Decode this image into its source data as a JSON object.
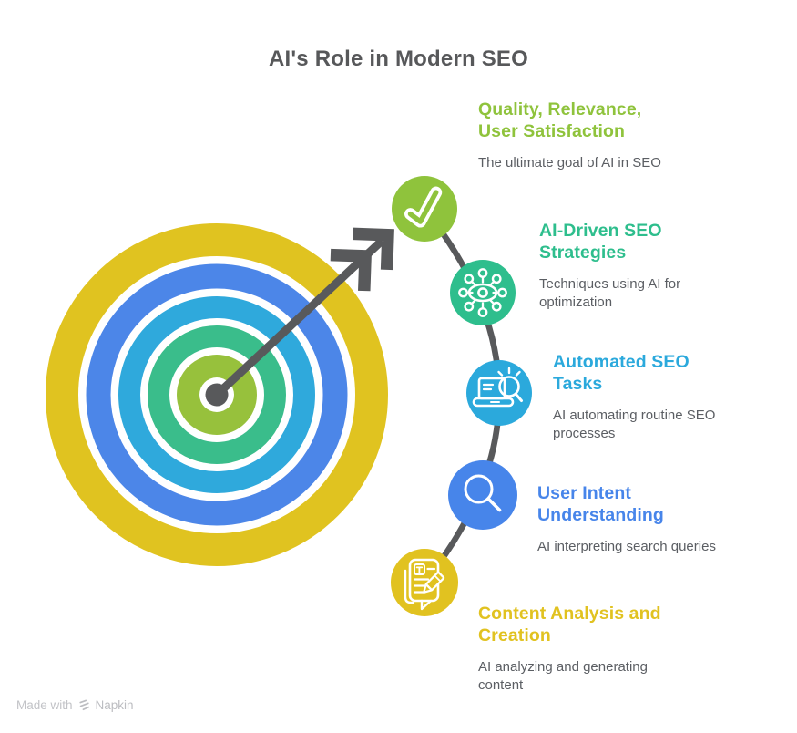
{
  "title": "AI's Role in Modern SEO",
  "connector_color": "#58595B",
  "target": {
    "arrow_color": "#58595B",
    "rings": {
      "yellow": "#E0C320",
      "blue": "#4C86E8",
      "cyan": "#2FA9DC",
      "green": "#3ABD8B",
      "lime": "#97C13C"
    }
  },
  "steps": [
    {
      "icon": "check-icon",
      "color": "#8FC33C",
      "heading": "Quality, Relevance,\nUser Satisfaction",
      "description": "The ultimate goal of AI in SEO"
    },
    {
      "icon": "eye-network-icon",
      "color": "#2EBE8D",
      "heading": "AI-Driven SEO\nStrategies",
      "description": "Techniques using AI for\noptimization"
    },
    {
      "icon": "laptop-search-icon",
      "color": "#2BA9DC",
      "heading": "Automated SEO\nTasks",
      "description": "AI automating routine SEO\nprocesses"
    },
    {
      "icon": "search-icon",
      "color": "#4785EA",
      "heading": "User Intent\nUnderstanding",
      "description": "AI interpreting search queries"
    },
    {
      "icon": "document-pencil-icon",
      "color": "#E1C220",
      "heading": "Content Analysis and\nCreation",
      "description": "AI analyzing and generating\ncontent"
    }
  ],
  "footer": {
    "made_with": "Made with",
    "brand": "Napkin"
  }
}
